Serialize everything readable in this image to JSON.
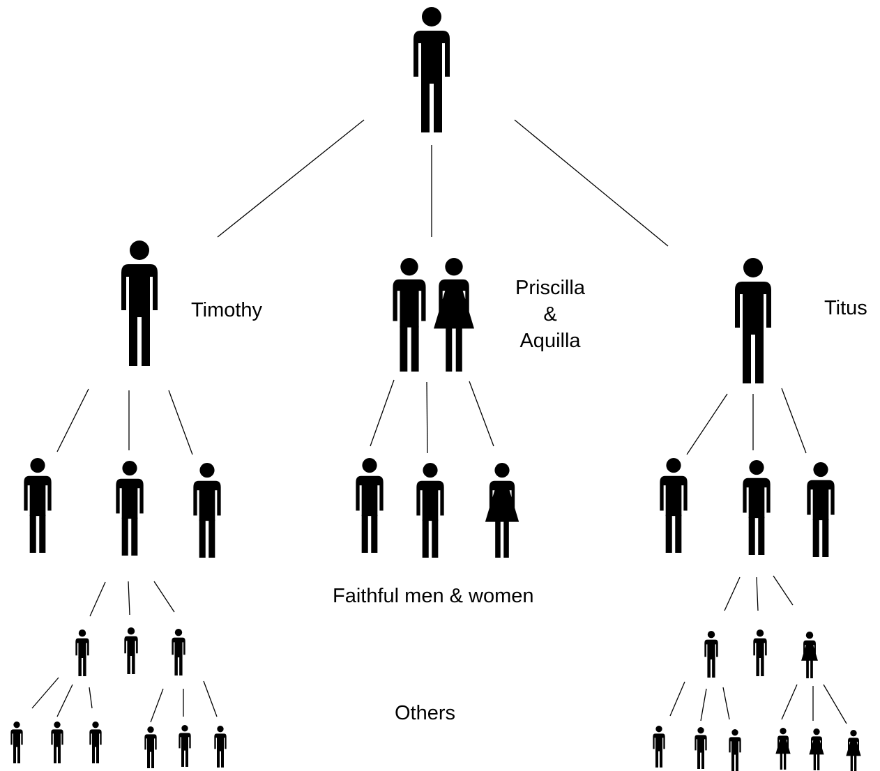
{
  "labels": {
    "timothy": "Timothy",
    "priscilla_line1": "Priscilla",
    "priscilla_line2": "&",
    "priscilla_line3": "Aquilla",
    "titus": "Titus",
    "faithful": "Faithful men & women",
    "others": "Others"
  },
  "colors": {
    "figure": "#000000",
    "line": "#000000",
    "background": "#ffffff"
  },
  "icons": {
    "male": "man-icon",
    "female": "woman-icon",
    "couple": "couple-icon"
  }
}
